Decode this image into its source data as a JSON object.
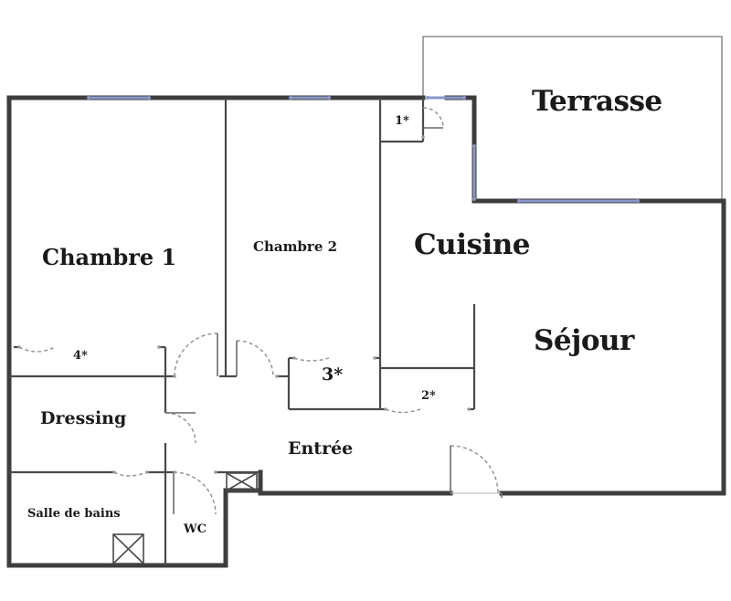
{
  "rooms": {
    "terrasse": "Terrasse",
    "chambre1": "Chambre 1",
    "chambre2": "Chambre 2",
    "cuisine": "Cuisine",
    "sejour": "Séjour",
    "dressing": "Dressing",
    "entree": "Entrée",
    "salle_de_bains": "Salle de bains",
    "wc": "WC"
  },
  "closets": {
    "c1": "1*",
    "c2": "2*",
    "c3": "3*",
    "c4": "4*"
  },
  "colors": {
    "wall": "#3d3d3d",
    "window": "#8a96c8",
    "door": "#9a9a9a",
    "text": "#1a1a1a"
  }
}
